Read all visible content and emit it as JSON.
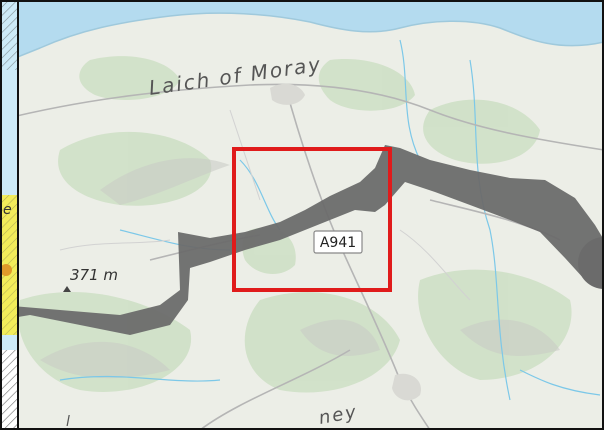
{
  "map": {
    "place_label": "Laich of Moray",
    "elevation_label": "371 m",
    "road_shield": "A941",
    "partial_label_bottom": "ney",
    "partial_label_left": "e",
    "partial_label_bottom_left": "l",
    "colors": {
      "land": "#eceee7",
      "sea": "#b4dbef",
      "forest": "#cfe0c6",
      "corridor": "#6b6b6b",
      "selection_box": "#e01b1b",
      "inset_yellow": "#f2ec5a",
      "inset_blue": "#cdeaf7",
      "river": "#7cc8e8",
      "road": "#b5b5b5"
    }
  }
}
